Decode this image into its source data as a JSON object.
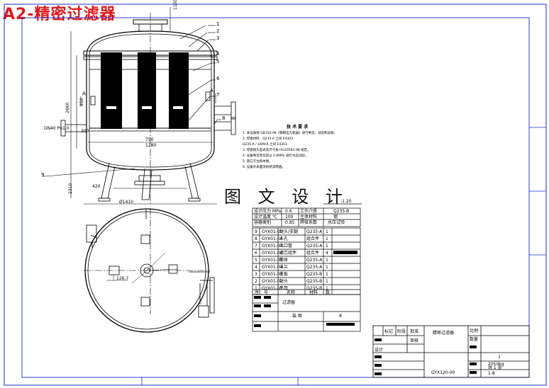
{
  "title": "A2-精密过滤器",
  "watermark": "图 文 设 计",
  "balloons": [
    "1",
    "2",
    "3",
    "4",
    "5",
    "6",
    "7",
    "8",
    "9"
  ],
  "section_marks": {
    "a_left": "A",
    "a_right": "A"
  },
  "dimension_labels": {
    "d1": "1100",
    "d2": "2660",
    "d3": "950",
    "d4": "300",
    "d5": "750",
    "d6": "1280",
    "d7": "2310",
    "d8": "DN40 Pn1.0",
    "d9": "420",
    "d10": "126.7",
    "d11": "Ø1410"
  },
  "notes": {
    "heading": "技 术 要 求",
    "lines": [
      "1. 本设备按 GB150-98《钢制压力容器》进行制造、试验和验收。",
      "2. 焊接材料：Q235-A 之间 E4303",
      "   Q235-A / 16MnR 之间 E4303",
      "3. 焊接接头型式及尺寸按 HG20583-98 规定。",
      "4. 设备制造完毕后以 0.6MPa 进行水压试验。",
      "5. 管口方位按本图。",
      "6. 设备外表面涂防锈漆两遍。"
    ]
  },
  "spec_table": {
    "rev_label": "-1.20",
    "rows": [
      [
        "设计压力 MPa",
        "0.6",
        "工作介质",
        "Q235-B"
      ],
      [
        "设计温度 ℃",
        "100",
        "主体材料",
        "钢"
      ],
      [
        "容器类别",
        "0.85",
        "焊接系数",
        "水压试验"
      ]
    ]
  },
  "parts": {
    "rows": [
      [
        "9",
        "GYX01-09",
        "封头/支腿",
        "Q235-A",
        "1"
      ],
      [
        "8",
        "GYX01-08",
        "人孔",
        "组合件",
        "1"
      ],
      [
        "7",
        "GYX01-07",
        "出口管",
        "Q235-A",
        "1"
      ],
      [
        "6",
        "GYX01-06",
        "滤芯组件",
        "组合件",
        "4"
      ],
      [
        "5",
        "GYX01-05",
        "筒体",
        "Q235-A",
        "1"
      ],
      [
        "4",
        "GYX01-04",
        "法兰",
        "Q235-A",
        "1"
      ],
      [
        "3",
        "GYX01-03",
        "花板",
        "Q235-B",
        "1"
      ],
      [
        "2",
        "GYX01-02",
        "封头",
        "Q235-B",
        "1"
      ],
      [
        "1",
        "GYX01-01",
        "吊耳",
        "Q235-B",
        "1"
      ]
    ],
    "header": [
      "序",
      "号",
      "名称",
      "材料",
      "数"
    ]
  },
  "small_block": {
    "name": "过滤器",
    "sub": "装 图",
    "count": "8"
  },
  "title_block": {
    "name": "精密过滤器",
    "drawing_no": "GYX120-00",
    "weight": "2050kg",
    "scale": "1:8",
    "qty": "1",
    "sheet": "共 1 张",
    "design": "设计",
    "check": "审核",
    "approve": "批准",
    "mark": "标记",
    "stage": "阶段",
    "ratio": "比例",
    "qty_label": "数量"
  }
}
